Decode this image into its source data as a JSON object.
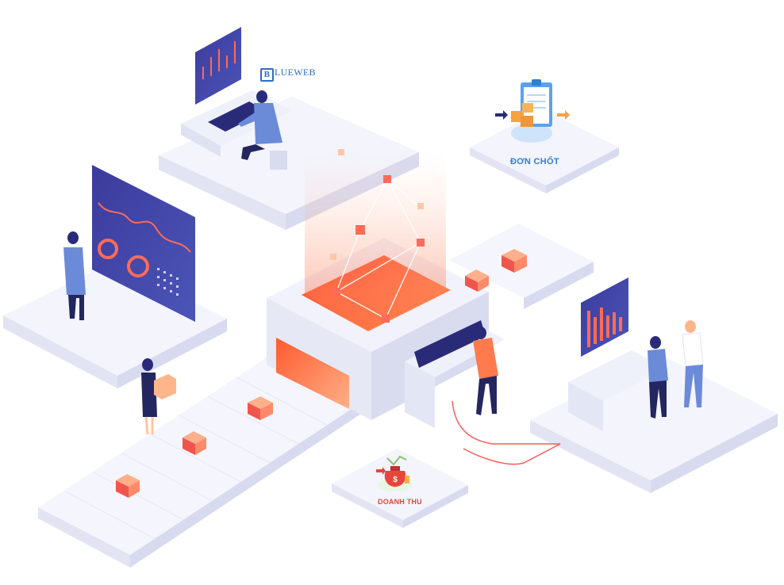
{
  "brand": {
    "mark": "B",
    "rest": "LUEWEB"
  },
  "order_card": {
    "label": "ĐƠN CHỐT",
    "icon": "clipboard-boxes-icon",
    "accent": "#2f7fd6"
  },
  "revenue_card": {
    "label": "DOANH THU",
    "icon": "money-bag-chart-icon",
    "accent": "#e8453c"
  },
  "palette": {
    "platform": "#f1f2fb",
    "platform_shadow": "#dcdff0",
    "screen": "#3d3f9e",
    "orange": "#ff6a3d",
    "box_red": "#f0554d",
    "box_peach": "#ffc6a6",
    "figure_dark": "#26286f",
    "figure_blue": "#6b8bd9"
  }
}
